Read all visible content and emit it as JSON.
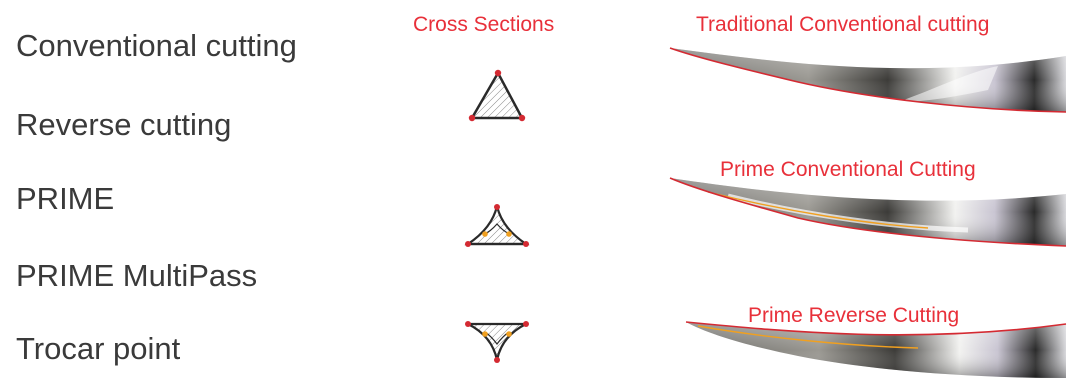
{
  "left_labels": [
    "Conventional cutting",
    "Reverse cutting",
    "PRIME",
    "PRIME MultiPass",
    "Trocar point"
  ],
  "cross_sections_title": "Cross Sections",
  "needle_titles": {
    "traditional": "Traditional Conventional cutting",
    "prime_conventional": "Prime Conventional Cutting",
    "prime_reverse": "Prime Reverse Cutting"
  },
  "colors": {
    "accent_red": "#e8303a",
    "text_gray": "#3a3a3a",
    "orange": "#f0a020"
  }
}
